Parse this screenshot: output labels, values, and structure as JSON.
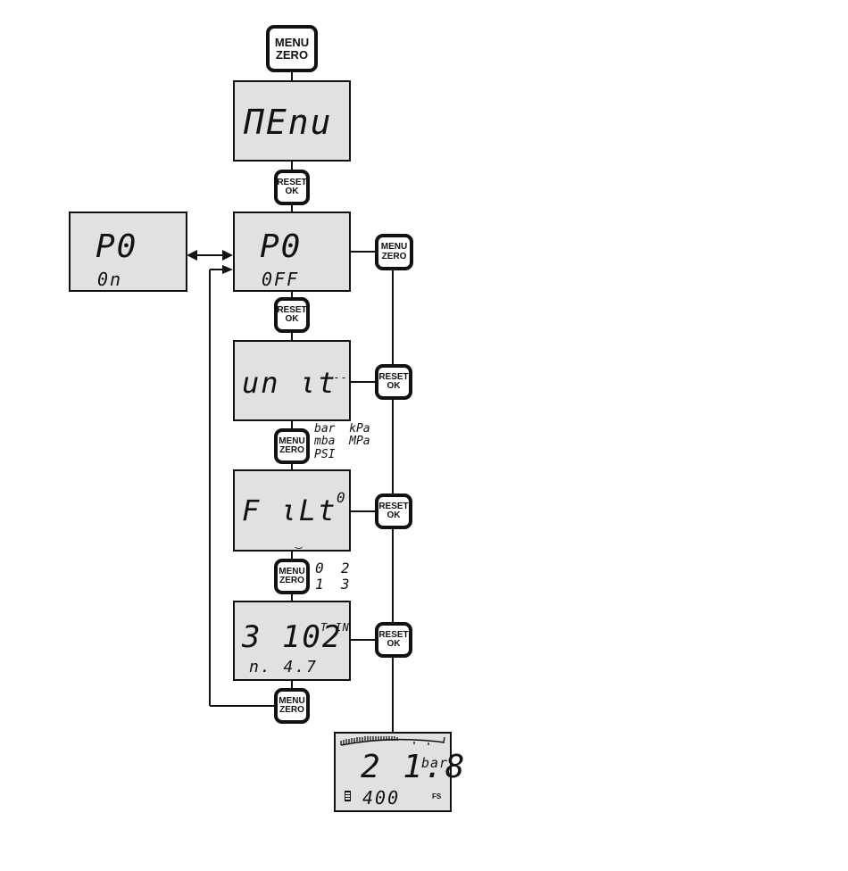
{
  "diagram": {
    "buttons": {
      "menu_zero": {
        "line1": "MENU",
        "line2": "ZERO"
      },
      "reset_ok": {
        "line1": "RESET",
        "line2": "OK"
      }
    },
    "screens": {
      "menu": {
        "main": "ΠEnu"
      },
      "p0_on": {
        "main": "P0",
        "sub": "0n"
      },
      "p0_off": {
        "main": "P0",
        "sub": "0FF"
      },
      "unit": {
        "main": "un ιt",
        "dashes": "----"
      },
      "filt": {
        "main": "F ιLt",
        "value": "0",
        "cursor": "‿"
      },
      "info": {
        "main": "3 102",
        "superscript": "T IN",
        "sub": "n. 4.7"
      },
      "measure": {
        "value": "2 1.8",
        "unit": "bar",
        "fs_value": "400",
        "fs_label": "FS"
      }
    },
    "unit_options": {
      "line1": "bar  kPa",
      "line2": "mba  MPa",
      "line3": "PSI"
    },
    "filter_options": {
      "line1": "0  2",
      "line2": "1  3"
    },
    "accent": "#e1e1e1",
    "ink": "#111111"
  }
}
